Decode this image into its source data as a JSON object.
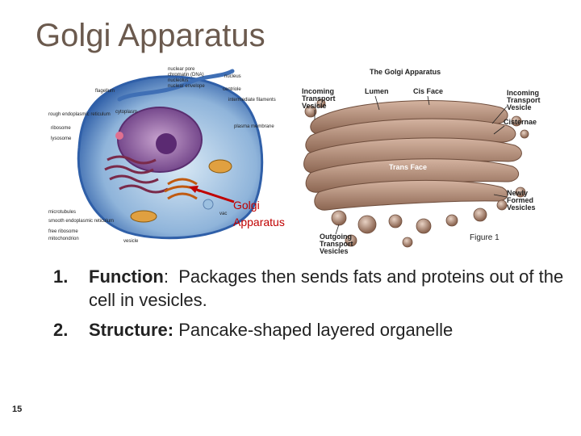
{
  "slide": {
    "title": "Golgi Apparatus",
    "page_number": "15"
  },
  "cell_diagram": {
    "labels": {
      "nuclear_pore": "nuclear pore",
      "chromatin": "chromatin (DNA)",
      "nucleolus": "nucleolus",
      "nuclear_envelope": "nuclear envelope",
      "nucleus": "nucleus",
      "flagellum": "flagellum",
      "centriole": "centriole",
      "intermediate_filaments": "intermediate filaments",
      "rough_er": "rough endoplasmic reticulum",
      "cytoplasm": "cytoplasm",
      "ribosome": "ribosome",
      "plasma_membrane": "plasma membrane",
      "lysosome": "lysosome",
      "microtubules": "microtubules",
      "smooth_er": "smooth endoplasmic reticulum",
      "free_ribosome": "free ribosome",
      "mitochondrion": "mitochondrion",
      "vesicle": "vesicle",
      "vacuole_abbrev": "vac"
    },
    "callout_line1": "Golgi",
    "callout_line2": "Apparatus",
    "colors": {
      "callout": "#c00000",
      "cell_blue": "#2f5fa8"
    }
  },
  "golgi_diagram": {
    "title": "The Golgi Apparatus",
    "labels": {
      "incoming_left_1": "Incoming",
      "incoming_left_2": "Transport",
      "incoming_left_3": "Vesicle",
      "lumen": "Lumen",
      "cis_face": "Cis Face",
      "incoming_right_1": "Incoming",
      "incoming_right_2": "Transport",
      "incoming_right_3": "Vesicle",
      "cisternae": "Cisternae",
      "trans_face": "Trans Face",
      "newly_1": "Newly",
      "newly_2": "Formed",
      "newly_3": "Vesicles",
      "outgoing_1": "Outgoing",
      "outgoing_2": "Transport",
      "outgoing_3": "Vesicles",
      "figure": "Figure 1"
    },
    "colors": {
      "membrane": "#b08b76",
      "membrane_dark": "#7a5a48"
    }
  },
  "points": [
    {
      "number": "1.",
      "term": "Function",
      "sep": ":",
      "text": "  Packages then sends fats and proteins out of the cell in vesicles."
    },
    {
      "number": "2.",
      "term": "Structure:",
      "sep": "",
      "text": " Pancake-shaped layered organelle"
    }
  ]
}
